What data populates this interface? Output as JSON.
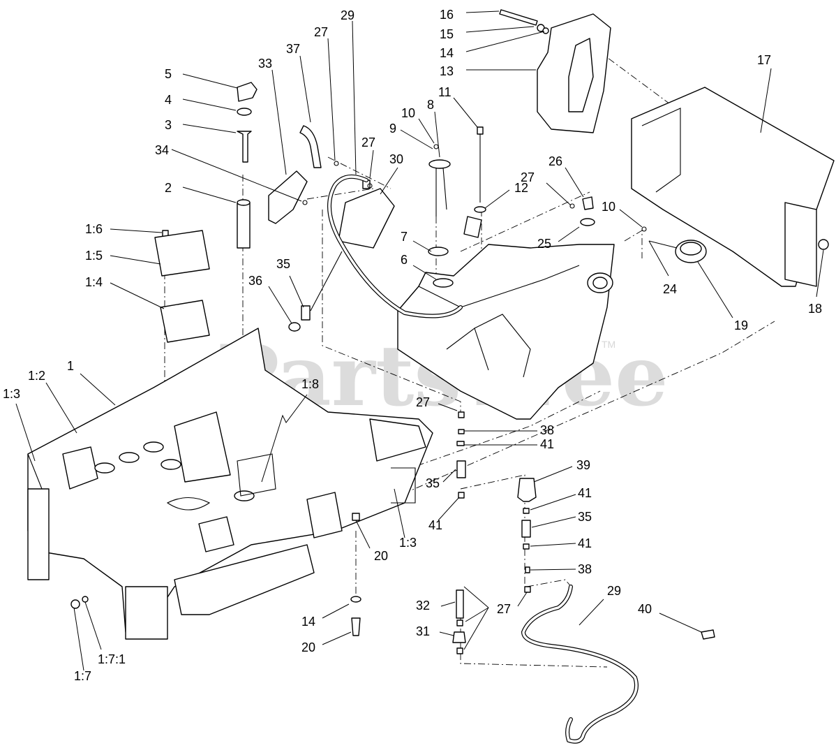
{
  "watermark": {
    "text": "PartsTree",
    "tm": "TM"
  },
  "callouts": [
    {
      "id": "16",
      "label": "16"
    },
    {
      "id": "15",
      "label": "15"
    },
    {
      "id": "14a",
      "label": "14"
    },
    {
      "id": "13",
      "label": "13"
    },
    {
      "id": "29a",
      "label": "29"
    },
    {
      "id": "27a",
      "label": "27"
    },
    {
      "id": "37",
      "label": "37"
    },
    {
      "id": "33",
      "label": "33"
    },
    {
      "id": "5",
      "label": "5"
    },
    {
      "id": "4",
      "label": "4"
    },
    {
      "id": "3",
      "label": "3"
    },
    {
      "id": "34",
      "label": "34"
    },
    {
      "id": "2",
      "label": "2"
    },
    {
      "id": "27b",
      "label": "27"
    },
    {
      "id": "30",
      "label": "30"
    },
    {
      "id": "10a",
      "label": "10"
    },
    {
      "id": "9",
      "label": "9"
    },
    {
      "id": "8",
      "label": "8"
    },
    {
      "id": "11",
      "label": "11"
    },
    {
      "id": "17",
      "label": "17"
    },
    {
      "id": "27c",
      "label": "27"
    },
    {
      "id": "26",
      "label": "26"
    },
    {
      "id": "12",
      "label": "12"
    },
    {
      "id": "10b",
      "label": "10"
    },
    {
      "id": "1-6",
      "label": "1:6"
    },
    {
      "id": "1-5",
      "label": "1:5"
    },
    {
      "id": "7",
      "label": "7"
    },
    {
      "id": "25",
      "label": "25"
    },
    {
      "id": "6",
      "label": "6"
    },
    {
      "id": "35a",
      "label": "35"
    },
    {
      "id": "1-4",
      "label": "1:4"
    },
    {
      "id": "36",
      "label": "36"
    },
    {
      "id": "24",
      "label": "24"
    },
    {
      "id": "18",
      "label": "18"
    },
    {
      "id": "19",
      "label": "19"
    },
    {
      "id": "1",
      "label": "1"
    },
    {
      "id": "1-2",
      "label": "1:2"
    },
    {
      "id": "1-8",
      "label": "1:8"
    },
    {
      "id": "1-3a",
      "label": "1:3"
    },
    {
      "id": "27d",
      "label": "27"
    },
    {
      "id": "38a",
      "label": "38"
    },
    {
      "id": "41a",
      "label": "41"
    },
    {
      "id": "39",
      "label": "39"
    },
    {
      "id": "35b",
      "label": "35"
    },
    {
      "id": "41b",
      "label": "41"
    },
    {
      "id": "41c",
      "label": "41"
    },
    {
      "id": "35c",
      "label": "35"
    },
    {
      "id": "1-3b",
      "label": "1:3"
    },
    {
      "id": "20a",
      "label": "20"
    },
    {
      "id": "41d",
      "label": "41"
    },
    {
      "id": "38b",
      "label": "38"
    },
    {
      "id": "29b",
      "label": "29"
    },
    {
      "id": "32",
      "label": "32"
    },
    {
      "id": "27e",
      "label": "27"
    },
    {
      "id": "40",
      "label": "40"
    },
    {
      "id": "14b",
      "label": "14"
    },
    {
      "id": "31",
      "label": "31"
    },
    {
      "id": "20b",
      "label": "20"
    },
    {
      "id": "1-7-1",
      "label": "1:7:1"
    },
    {
      "id": "1-7",
      "label": "1:7"
    }
  ]
}
